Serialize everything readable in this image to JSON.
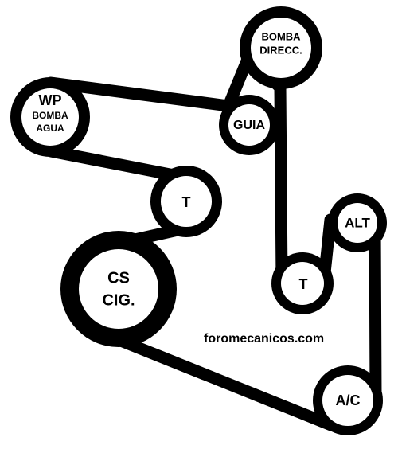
{
  "pulleys": {
    "water_pump": {
      "line1": "WP",
      "line2": "BOMBA",
      "line3": "AGUA"
    },
    "guia": {
      "label": "GUIA"
    },
    "bomba_direcc": {
      "line1": "BOMBA",
      "line2": "DIRECC."
    },
    "tensioner_left": {
      "label": "T"
    },
    "crankshaft": {
      "line1": "CS",
      "line2": "CIG."
    },
    "tensioner_right": {
      "label": "T"
    },
    "alt": {
      "label": "ALT"
    },
    "ac": {
      "label": "A/C"
    }
  },
  "watermark": "foromecanicos.com"
}
